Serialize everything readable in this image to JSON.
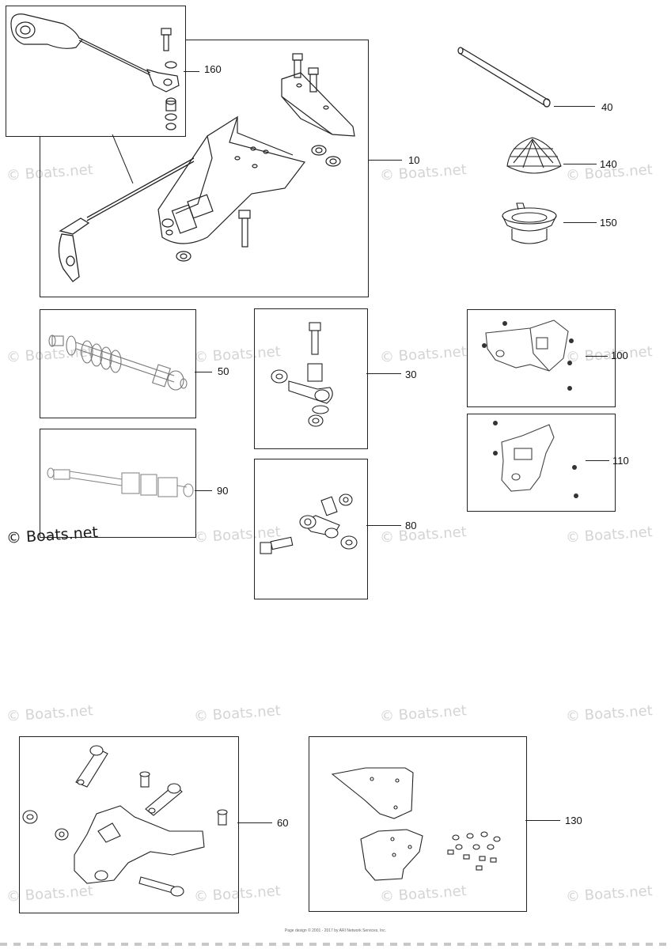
{
  "watermark": "© Boats.net",
  "watermark_main": "© Boats.net",
  "callouts": {
    "c160": "160",
    "c10": "10",
    "c40": "40",
    "c140": "140",
    "c150": "150",
    "c50": "50",
    "c30": "30",
    "c100": "100",
    "c110": "110",
    "c90": "90",
    "c80": "80",
    "c60": "60",
    "c130": "130"
  },
  "footer": {
    "line1": "Page design © 2001 - 2017 by ARI Network Services, Inc."
  }
}
